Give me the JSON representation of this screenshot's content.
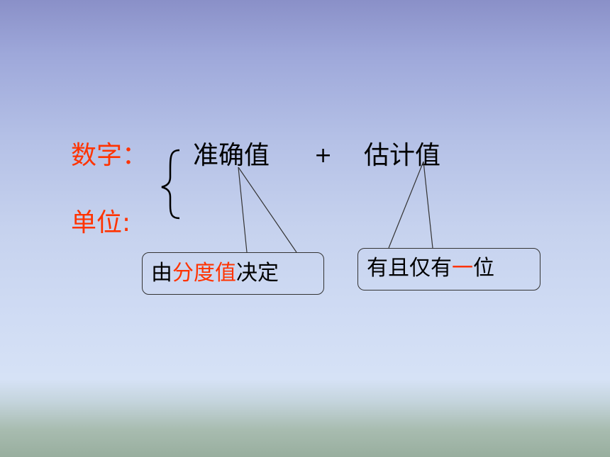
{
  "labels": {
    "number": "数字：",
    "unit": "单位:"
  },
  "expression": {
    "exact": "准确值",
    "plus": "+",
    "estimate": "估计值"
  },
  "callouts": {
    "left": {
      "part1": "由",
      "part2": "分度值",
      "part3": "决定"
    },
    "right": {
      "part1": "有且仅有",
      "part2": "一",
      "part3": "位"
    }
  },
  "colors": {
    "accent": "#ff3300",
    "text": "#000000"
  }
}
